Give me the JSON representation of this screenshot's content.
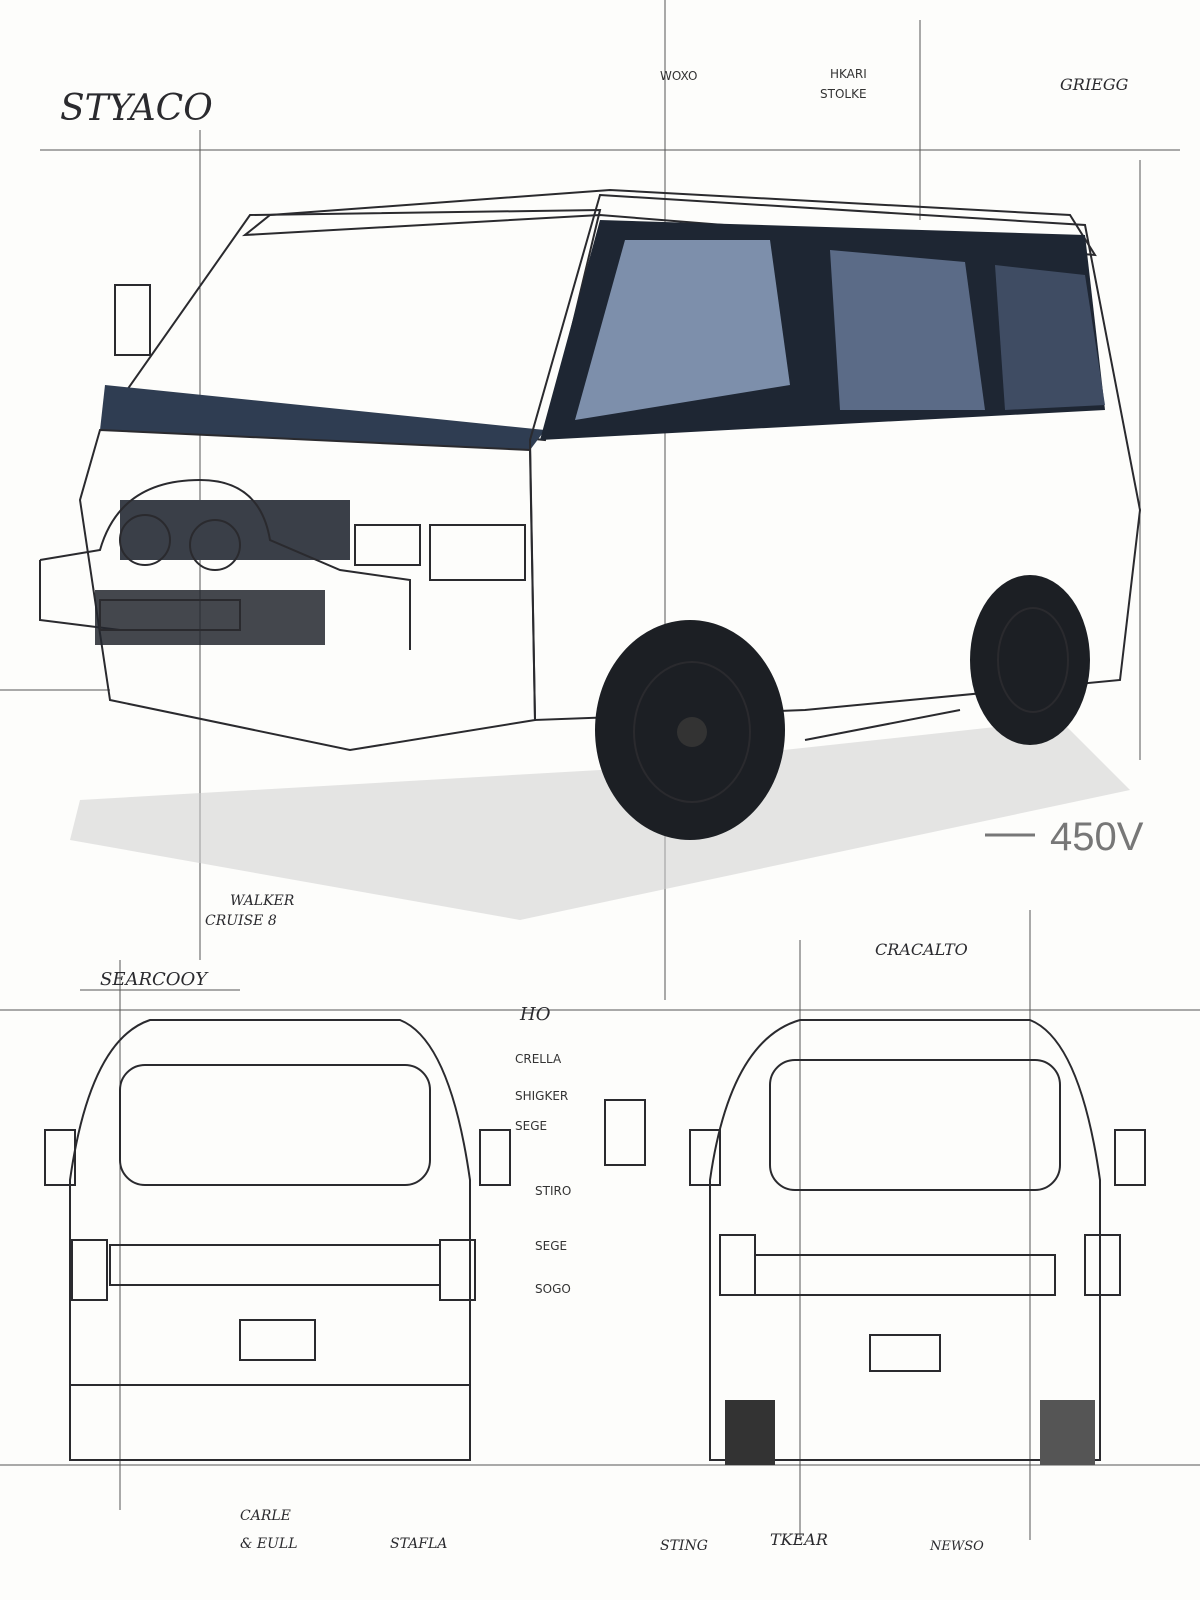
{
  "title": "STYACO",
  "header_notes": {
    "left": "WOXO",
    "center_line1": "HKARI",
    "center_line2": "STOLKE",
    "right": "GRIEGG"
  },
  "callouts": {
    "model_number": "450V",
    "lower_note_1": "WALKER",
    "lower_note_2": "CRUISE 8",
    "height_label": "HO"
  },
  "rear_view_title": "SEARCOOY",
  "side_rear_title": "CRACALTO",
  "part_labels": [
    "CRELLA",
    "SHIGKER",
    "SEGE",
    "STIRO",
    "SEGE",
    "SOGO"
  ],
  "footer_notes": [
    "CARLE",
    "& EULL",
    "STAFLA",
    "STING",
    "TKEAR",
    "NEWSO"
  ],
  "colors": {
    "body": "#f2f3f0",
    "glass": "#2f3d52",
    "window_blue": "#8a9bb5",
    "ink": "#2a2a2e"
  }
}
